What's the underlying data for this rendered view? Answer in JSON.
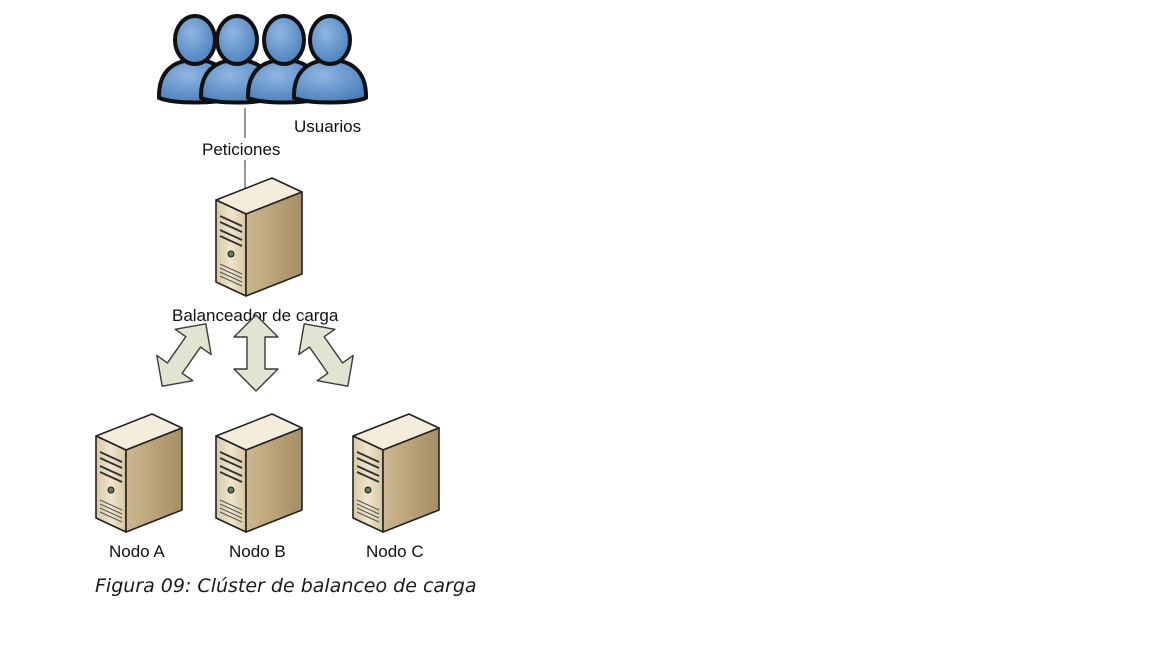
{
  "diagram": {
    "users_label": "Usuarios",
    "requests_label": "Peticiones",
    "balancer_label": "Balanceador de carga",
    "nodes": [
      {
        "label": "Nodo A"
      },
      {
        "label": "Nodo B"
      },
      {
        "label": "Nodo C"
      }
    ],
    "caption": "Figura 09: Clúster de balanceo de carga"
  },
  "icons": {
    "users": "users-group-icon",
    "server": "server-tower-icon",
    "arrow": "double-arrow-icon"
  },
  "colors": {
    "user_fill": "#5b8fcb",
    "user_stroke": "#111111",
    "server_front": "#e4d8bc",
    "server_side": "#bca67e",
    "server_top": "#f3ecdb",
    "arrow_fill": "#dfe5d0",
    "arrow_stroke": "#3a3a3a"
  }
}
